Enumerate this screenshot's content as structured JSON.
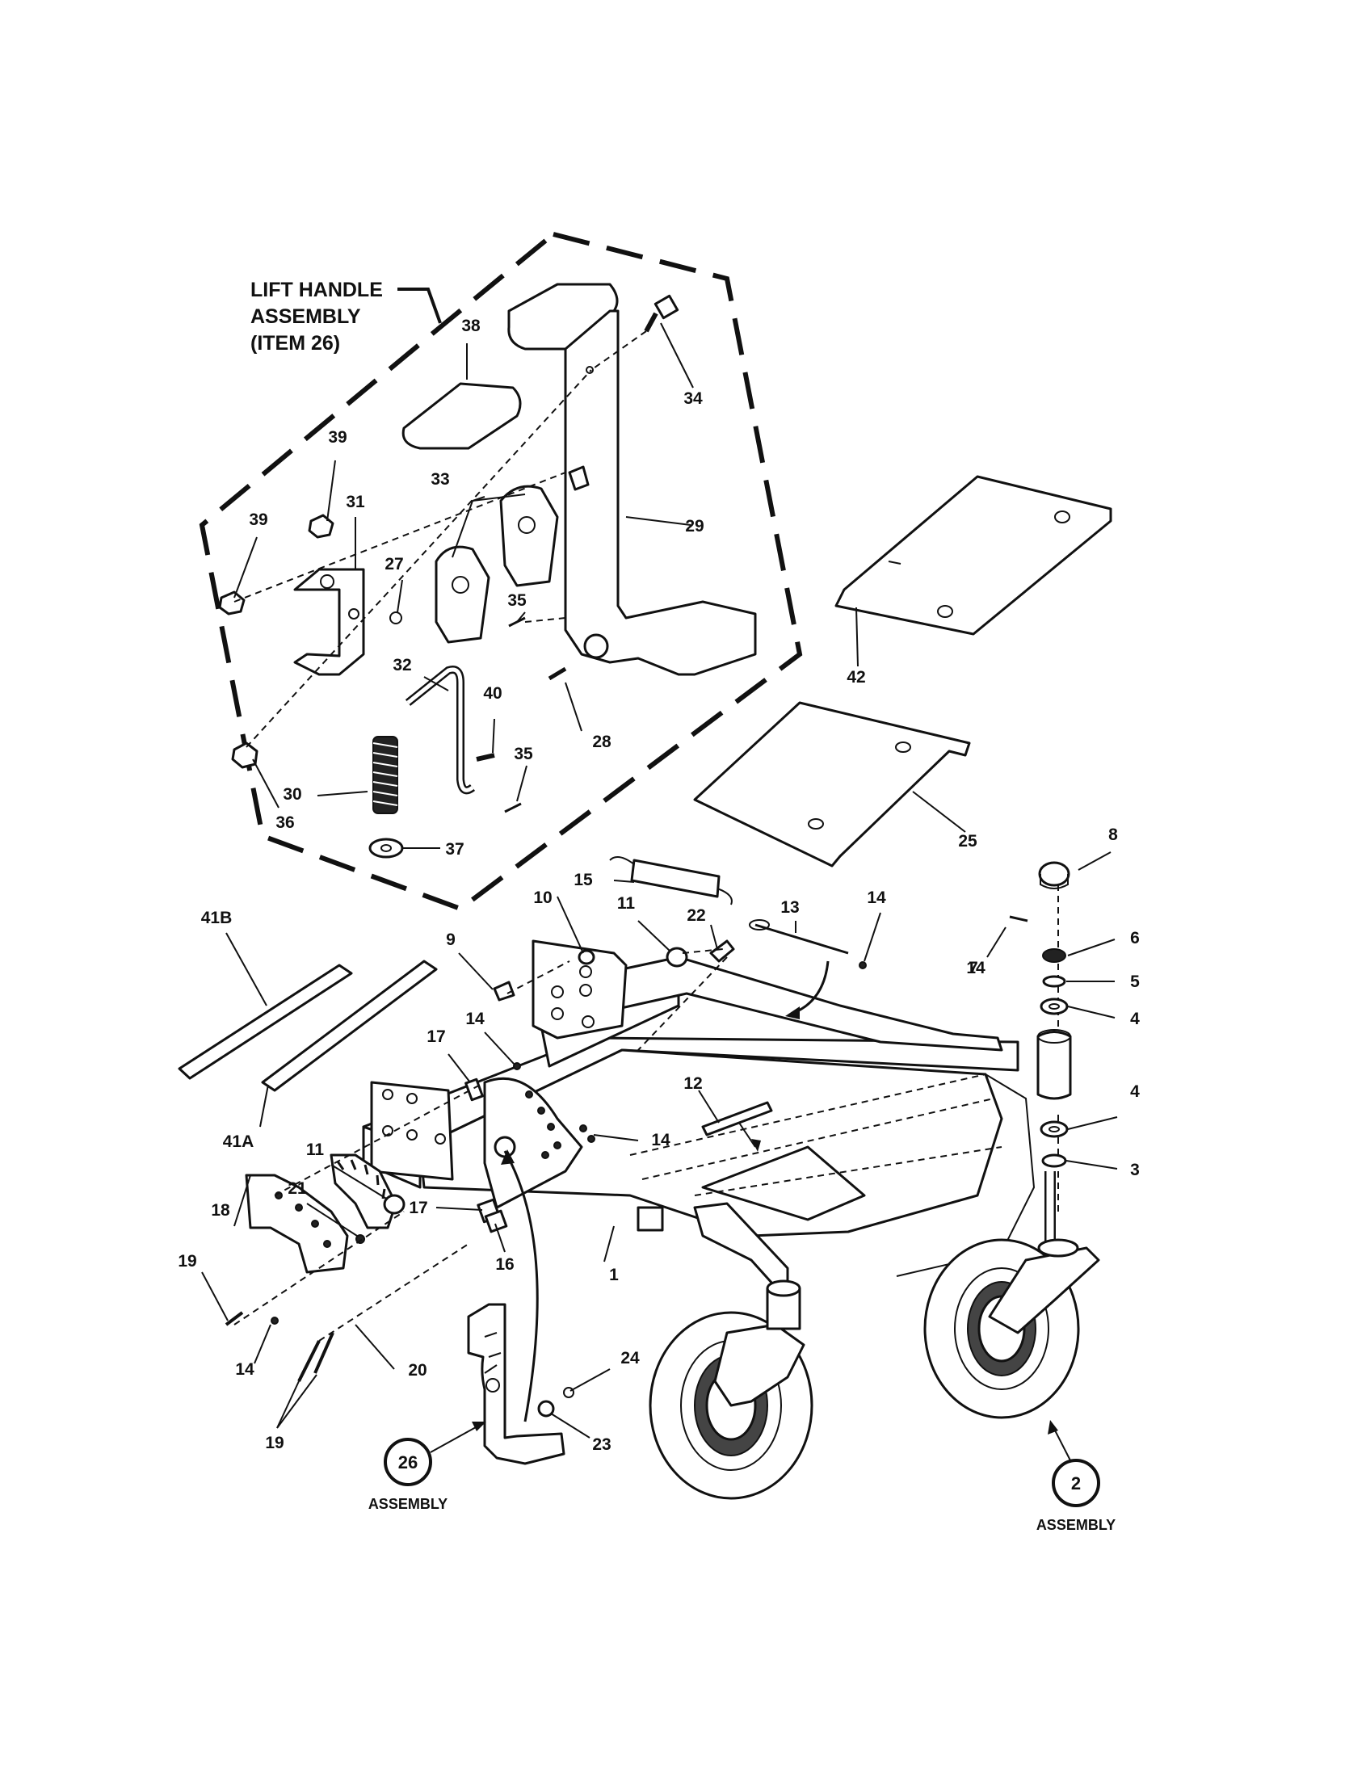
{
  "title_block": {
    "line1": "LIFT HANDLE",
    "line2": "ASSEMBLY",
    "line3": "(ITEM 26)"
  },
  "assembly_callouts": [
    {
      "number": "26",
      "caption": "ASSEMBLY"
    },
    {
      "number": "2",
      "caption": "ASSEMBLY"
    }
  ],
  "part_labels": [
    "1",
    "3",
    "4",
    "4",
    "5",
    "6",
    "7",
    "8",
    "9",
    "10",
    "11",
    "11",
    "12",
    "13",
    "14",
    "14",
    "14",
    "14",
    "14",
    "15",
    "16",
    "17",
    "17",
    "18",
    "19",
    "19",
    "20",
    "21",
    "22",
    "23",
    "24",
    "25",
    "27",
    "28",
    "29",
    "30",
    "31",
    "32",
    "33",
    "34",
    "35",
    "35",
    "36",
    "37",
    "38",
    "39",
    "39",
    "40",
    "41A",
    "41B",
    "42"
  ]
}
